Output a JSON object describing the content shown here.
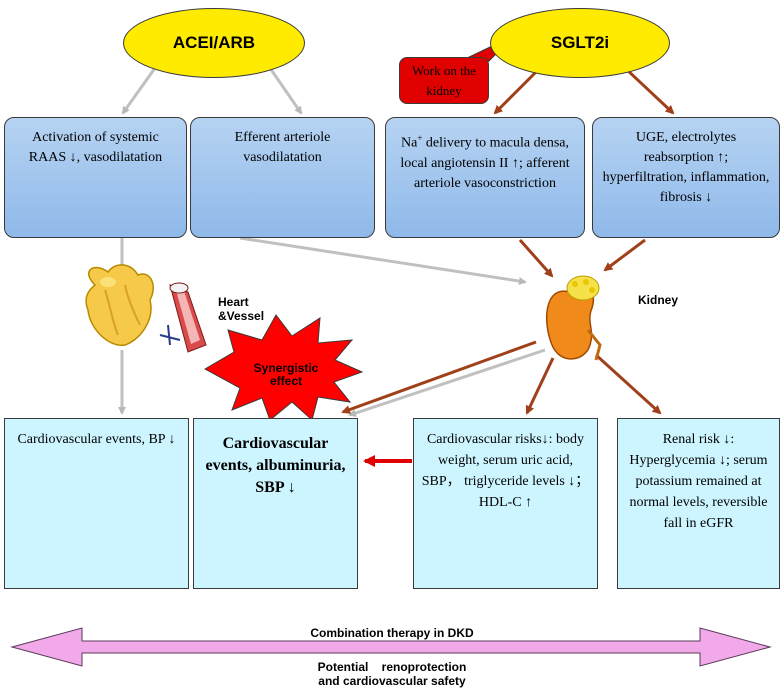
{
  "nodes": {
    "acei_arb": "ACEI/ARB",
    "sglt2i": "SGLT2i",
    "work_on_kidney": "Work on the kidney",
    "raas": "Activation of systemic RAAS ↓, vasodilatation",
    "efferent": "Efferent arteriole vasodilatation",
    "na_delivery_pre": "Na",
    "na_delivery_sup": "+",
    "na_delivery_post": " delivery to macula densa, local angiotensin II ↑; afferent arteriole vasoconstriction",
    "uge": "UGE, electrolytes reabsorption ↑; hyperfiltration, inflammation, fibrosis ↓",
    "heart_vessel_1": "Heart",
    "heart_vessel_2": "&Vessel",
    "kidney": "Kidney",
    "synergistic": "Synergistic effect",
    "cv_events": "Cardiovascular events, BP ↓",
    "cv_albuminuria": "Cardiovascular events, albuminuria, SBP ↓",
    "cv_risks": "Cardiovascular risks↓: body weight, serum uric acid, SBP， triglyceride levels ↓；HDL-C ↑",
    "renal_risk": "Renal risk ↓: Hyperglycemia ↓; serum potassium remained at normal levels, reversible fall in eGFR"
  },
  "bottom": {
    "combination": "Combination therapy in DKD",
    "potential_1": "Potential    renoprotection",
    "potential_2": "and cardiovascular safety"
  },
  "colors": {
    "yellow": "#ffeb00",
    "blue_box": "#9ec4ee",
    "cyan_box": "#ccf5ff",
    "red": "#e00000",
    "brown_arrow": "#a0401a",
    "gray_arrow": "#c0c0c0",
    "pink_arrow": "#f0a8e8"
  }
}
